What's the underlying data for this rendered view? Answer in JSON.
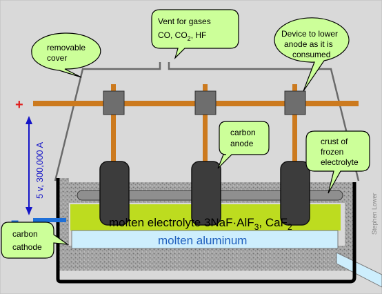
{
  "colors": {
    "background": "#D9D9D9",
    "electrode_rod": "#CC7A1E",
    "anode_block": "#3C3C3C",
    "clamp": "#6E6E6E",
    "electrolyte": "#BDDC1F",
    "aluminum": "#CDEEFD",
    "callout": "#CCFF99",
    "plus_sign": "#E0201E",
    "minus_sign": "#1E6FD8",
    "voltage_arrow": "#1414C8",
    "crust": "#9A9A9A",
    "cathode_lead": "#1E6FD8"
  },
  "callouts": {
    "vent": {
      "line1": "Vent for gases",
      "line2_pre": "CO,  CO",
      "line2_sub": "2",
      "line2_post": ", HF"
    },
    "removable_cover": {
      "line1": "removable",
      "line2": "cover"
    },
    "device": {
      "line1": "Device to lower",
      "line2": "anode as it is",
      "line3": "consumed"
    },
    "carbon_anode": {
      "line1": "carbon",
      "line2": "anode"
    },
    "crust": {
      "line1": "crust of",
      "line2": "frozen",
      "line3": "electrolyte"
    },
    "carbon_cathode": {
      "line1": "carbon",
      "line2": "cathode"
    }
  },
  "signs": {
    "plus": "+",
    "minus": "–"
  },
  "voltage_label": "5 v, 300,000 A",
  "electrolyte_label": {
    "pre": "molten electrolyte 3NaF·AlF",
    "sub1": "3",
    "mid": ", CaF",
    "sub2": "2"
  },
  "aluminum_label": "molten aluminum",
  "credit": "Stephen Lower"
}
